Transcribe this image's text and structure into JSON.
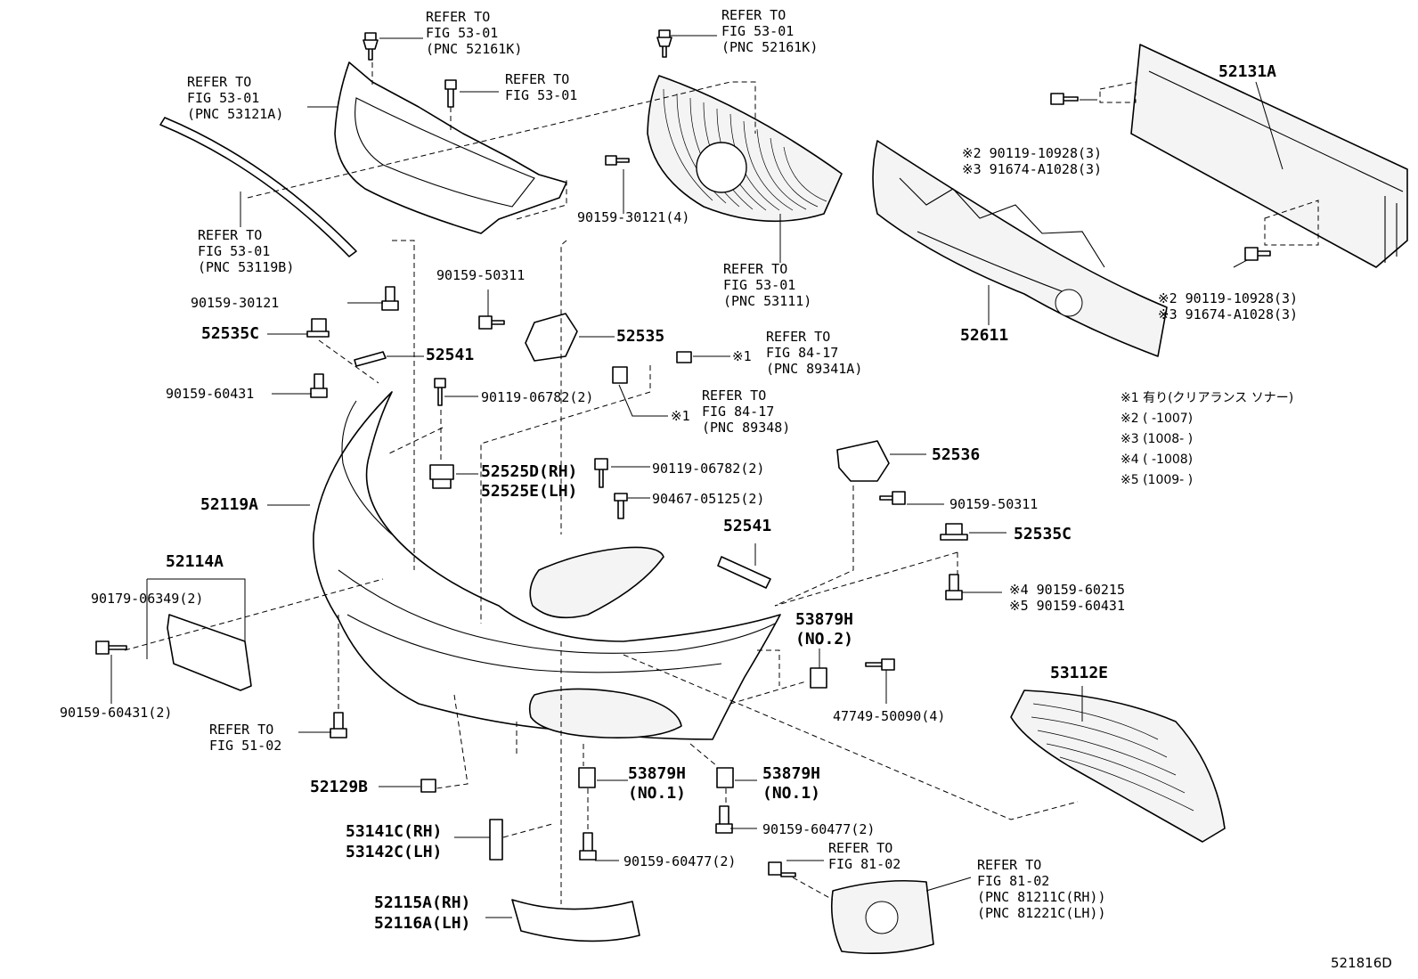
{
  "diagram": {
    "id_code": "521816D",
    "labels": {
      "ref_grille_clip_l": "REFER TO|FIG 53-01|(PNC 52161K)",
      "ref_grille_clip_r": "REFER TO|FIG 53-01|(PNC 52161K)",
      "ref_grille_frame": "REFER TO|FIG 53-01|(PNC 53121A)",
      "ref_grille_screw": "REFER TO|FIG 53-01",
      "ref_molding": "REFER TO|FIG 53-01|(PNC 53119B)",
      "ref_grille": "REFER TO|FIG 53-01|(PNC 53111)",
      "ref_sensor_89341a": "REFER TO|FIG 84-17|(PNC 89341A)",
      "ref_sensor_89348": "REFER TO|FIG 84-17|(PNC 89348)",
      "ref_license": "REFER TO|FIG 51-02",
      "ref_foglamp_screw": "REFER TO|FIG 81-02",
      "ref_foglamp": "REFER TO|FIG 81-02|(PNC 81211C(RH))|(PNC 81221C(LH))",
      "p52131a": "52131A",
      "p90119_10928_a": "※2 90119-10928(3)|※3 91674-A1028(3)",
      "p90119_10928_b": "※2 90119-10928(3)|※3 91674-A1028(3)",
      "p52611": "52611",
      "p90159_30121_4": "90159-30121(4)",
      "p90159_50311_a": "90159-50311",
      "p90159_30121": "90159-30121",
      "p52535c_a": "52535C",
      "p52535": "52535",
      "p52541_a": "52541",
      "p90159_60431": "90159-60431",
      "p90119_06782_a": "90119-06782(2)",
      "p52525": "52525D(RH)|52525E(LH)",
      "p90119_06782_b": "90119-06782(2)",
      "p90467_05125": "90467-05125(2)",
      "p52119a": "52119A",
      "p52536": "52536",
      "p90159_50311_b": "90159-50311",
      "p52535c_b": "52535C",
      "p52541_b": "52541",
      "p52114a": "52114A",
      "p90179_06349": "90179-06349(2)",
      "p90159_60215": "※4 90159-60215|※5 90159-60431",
      "p53879h_no2": "53879H|(NO.2)",
      "p47749_50090": "47749-50090(4)",
      "p53112e": "53112E",
      "p90159_60431_2": "90159-60431(2)",
      "p52129b": "52129B",
      "p53879h_a": "53879H|(NO.1)",
      "p53879h_b": "53879H|(NO.1)",
      "p90159_60477_a": "90159-60477(2)",
      "p90159_60477_b": "90159-60477(2)",
      "p53141c": "53141C(RH)|53142C(LH)",
      "p52115a": "52115A(RH)|52116A(LH)",
      "mark_sensor_a": "※1",
      "mark_sensor_b": "※1"
    },
    "notes": [
      "※1 有り(クリアランス ソナー)",
      "※2 (      -1007)",
      "※3 (1008-      )",
      "※4 (      -1008)",
      "※5 (1009-      )"
    ]
  }
}
